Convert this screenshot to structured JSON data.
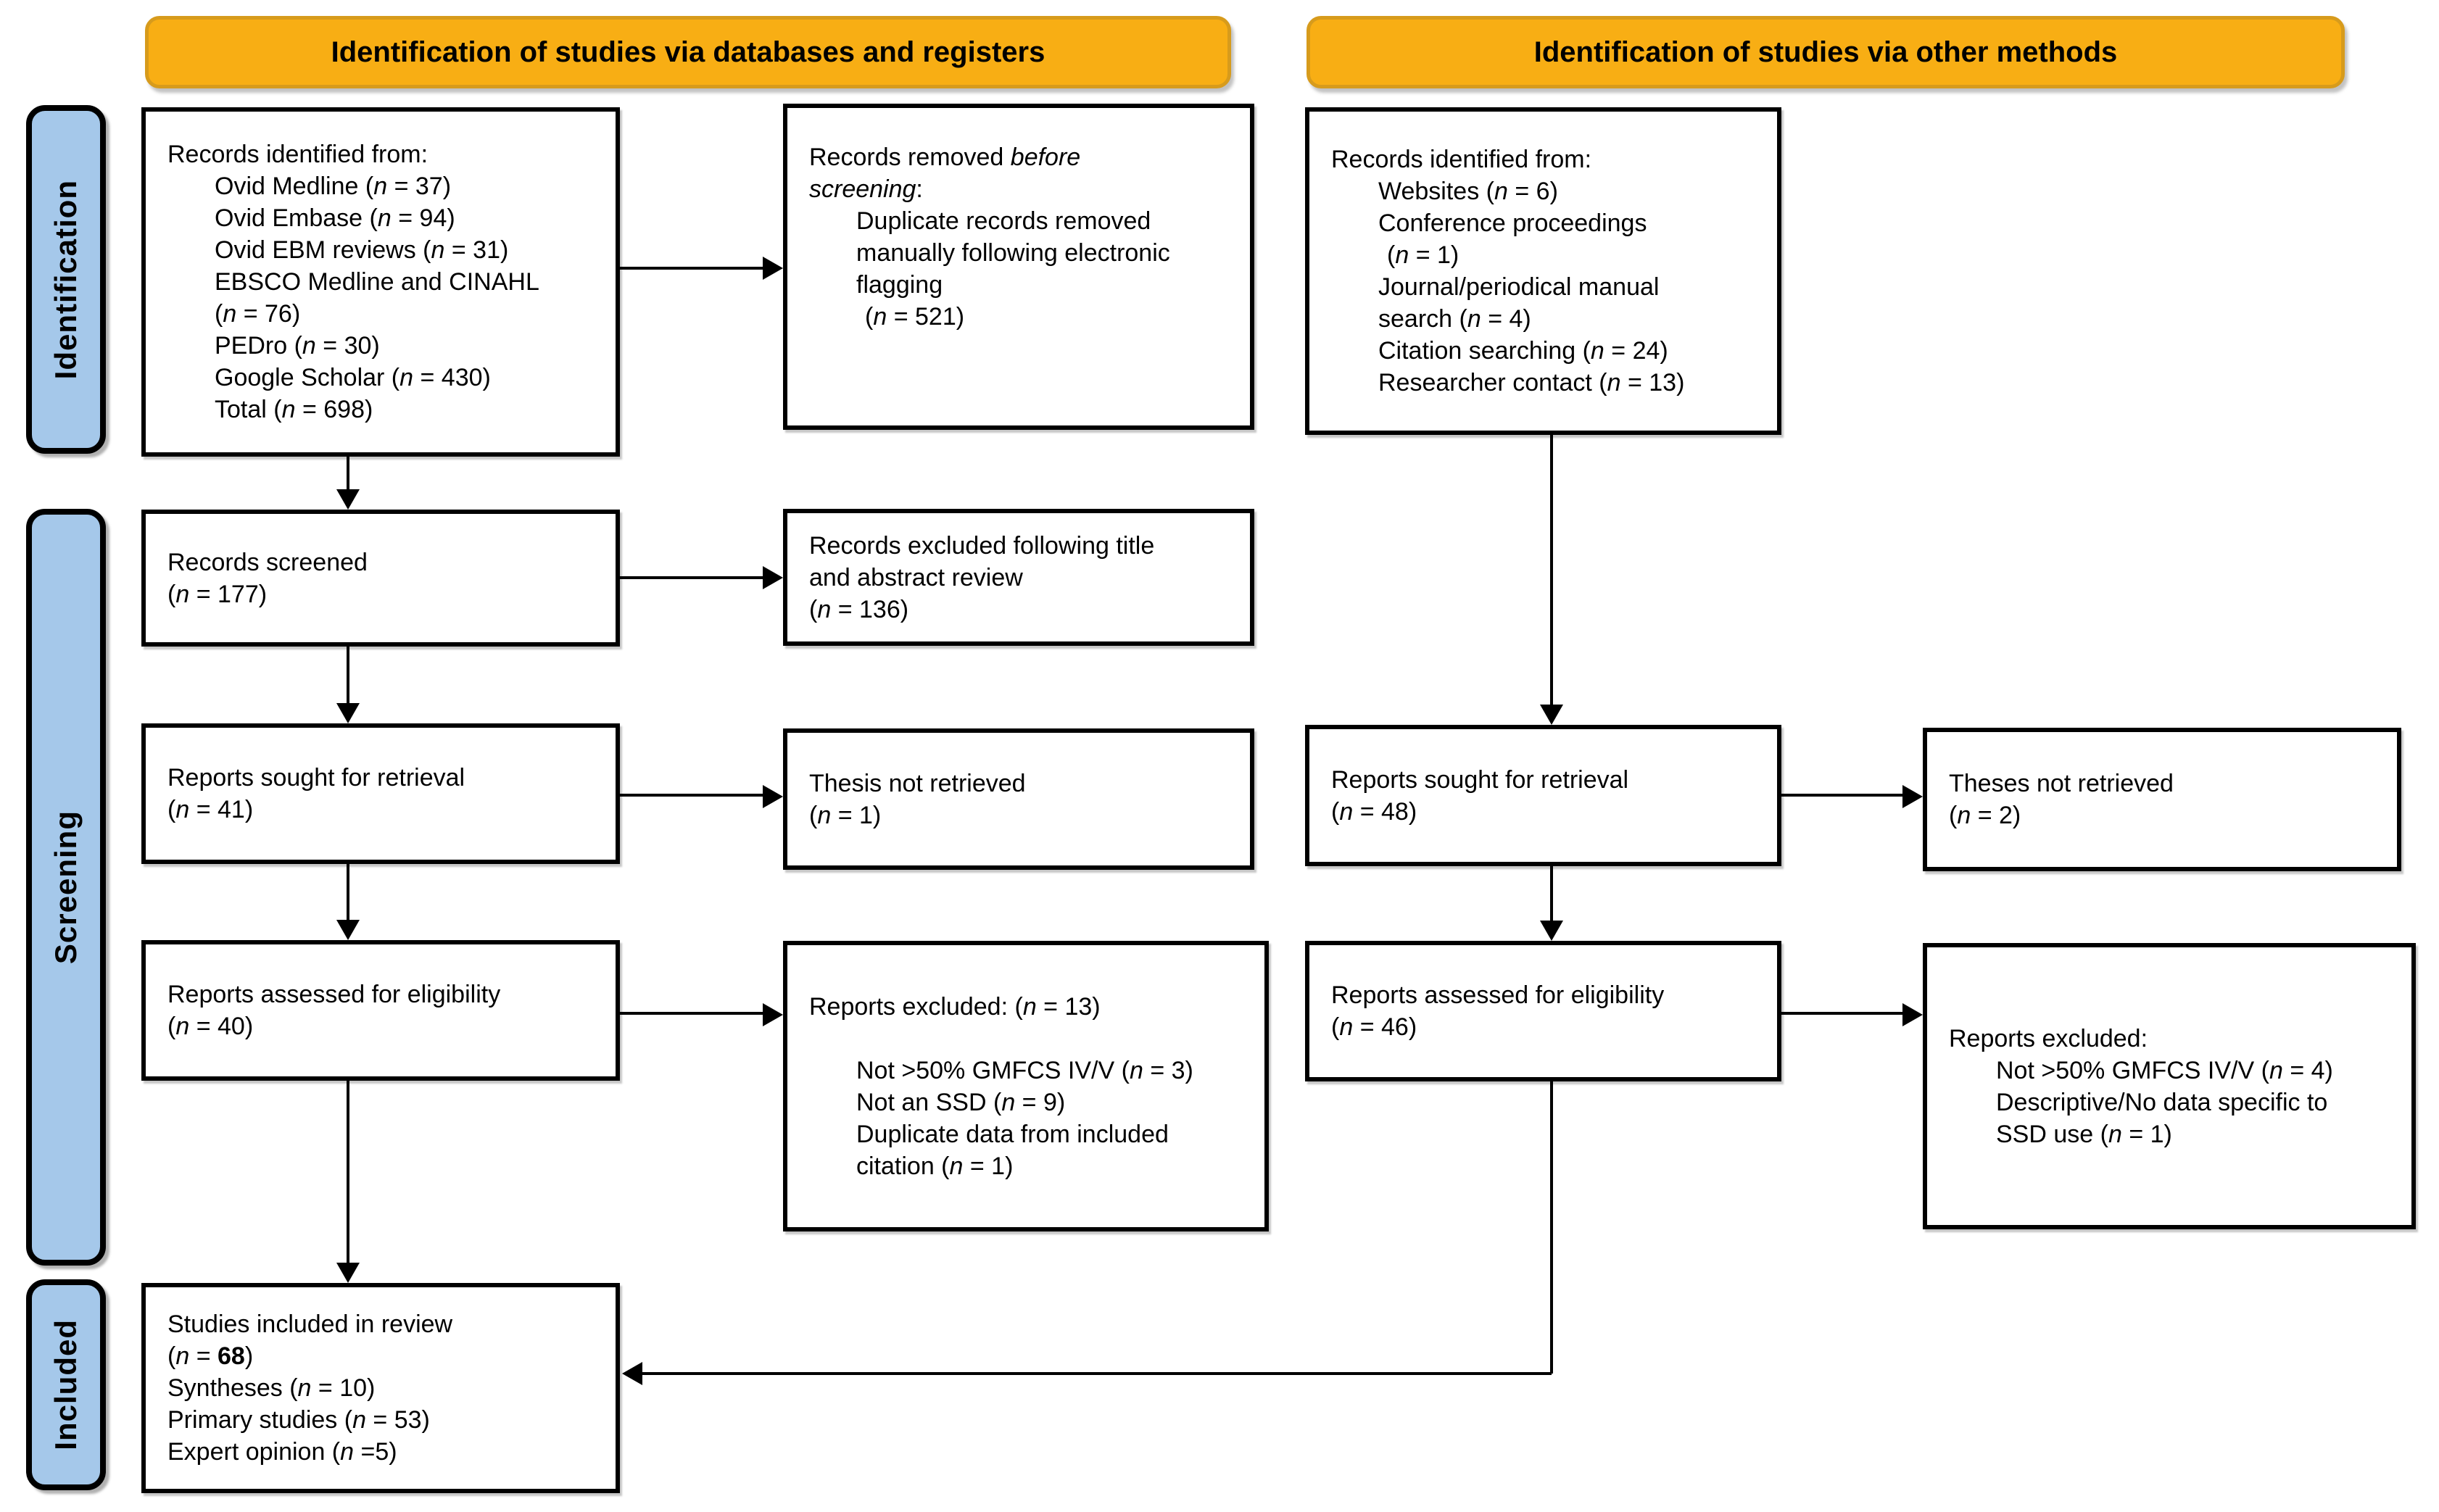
{
  "banners": {
    "databases": "Identification of studies via databases and registers",
    "other": "Identification of studies via other methods"
  },
  "sidebar": {
    "identification": "Identification",
    "screening": "Screening",
    "included": "Included"
  },
  "colors": {
    "banner_fill": "#F8AE14",
    "banner_border": "#D79B1C",
    "sidebar_fill": "#A5C8EA",
    "box_border": "#000000",
    "arrow": "#000000",
    "background": "#FFFFFF"
  },
  "boxes": {
    "db_identified": {
      "lines": [
        {
          "t": "Records identified from:",
          "i": 0
        },
        {
          "t": "Ovid Medline (<i>n</i> = 37)",
          "i": 1
        },
        {
          "t": "Ovid Embase (<i>n</i> = 94)",
          "i": 1
        },
        {
          "t": "Ovid EBM reviews (<i>n</i> = 31)",
          "i": 1
        },
        {
          "t": "EBSCO Medline and CINAHL",
          "i": 1
        },
        {
          "t": "(<i>n</i> = 76)",
          "i": 1
        },
        {
          "t": "PEDro (<i>n</i> = 30)",
          "i": 1
        },
        {
          "t": "Google Scholar (<i>n</i> = 430)",
          "i": 1
        },
        {
          "t": "Total (<i>n</i> = 698)",
          "i": 1
        }
      ]
    },
    "removed_before": {
      "lines": [
        {
          "t": "Records removed <i>before</i>",
          "i": 0
        },
        {
          "t": "<i>screening</i>:",
          "i": 0
        },
        {
          "t": "Duplicate records removed",
          "i": 1
        },
        {
          "t": "manually following electronic",
          "i": 1
        },
        {
          "t": "flagging",
          "i": 1
        },
        {
          "t": "(<i>n</i> = 521)",
          "i": 2
        }
      ]
    },
    "screened": {
      "lines": [
        {
          "t": "Records screened",
          "i": 0
        },
        {
          "t": "(<i>n</i> = 177)",
          "i": 0
        }
      ]
    },
    "excluded_title": {
      "lines": [
        {
          "t": "Records excluded following title",
          "i": 0
        },
        {
          "t": "and abstract review",
          "i": 0
        },
        {
          "t": "(<i>n</i> = 136)",
          "i": 0
        }
      ]
    },
    "sought": {
      "lines": [
        {
          "t": "Reports sought for retrieval",
          "i": 0
        },
        {
          "t": "(<i>n</i> = 41)",
          "i": 0
        }
      ]
    },
    "thesis_not_retrieved": {
      "lines": [
        {
          "t": "Thesis not retrieved",
          "i": 0
        },
        {
          "t": "(<i>n</i> = 1)",
          "i": 0
        }
      ]
    },
    "assessed": {
      "lines": [
        {
          "t": "Reports assessed for eligibility",
          "i": 0
        },
        {
          "t": "(<i>n</i> = 40)",
          "i": 0
        }
      ]
    },
    "excluded_13": {
      "lines": [
        {
          "t": "Reports excluded: (<i>n</i> = 13)",
          "i": 0
        },
        {
          "t": "",
          "i": 0
        },
        {
          "t": "Not &gt;50% GMFCS IV/V (<i>n</i> = 3)",
          "i": 1
        },
        {
          "t": "Not an SSD (<i>n</i> = 9)",
          "i": 1
        },
        {
          "t": "Duplicate data from included",
          "i": 1
        },
        {
          "t": "citation (<i>n</i> = 1)",
          "i": 1
        }
      ]
    },
    "other_identified": {
      "lines": [
        {
          "t": "Records identified from:",
          "i": 0
        },
        {
          "t": "Websites (<i>n</i> = 6)",
          "i": 1
        },
        {
          "t": "Conference proceedings",
          "i": 1
        },
        {
          "t": "(<i>n</i> = 1)",
          "i": 2
        },
        {
          "t": "Journal/periodical manual",
          "i": 1
        },
        {
          "t": "search (<i>n</i> = 4)",
          "i": 1
        },
        {
          "t": "Citation searching (<i>n</i> = 24)",
          "i": 1
        },
        {
          "t": "Researcher contact (<i>n</i> = 13)",
          "i": 1
        }
      ]
    },
    "sought_other": {
      "lines": [
        {
          "t": "Reports sought for retrieval",
          "i": 0
        },
        {
          "t": "(<i>n</i> = 48)",
          "i": 0
        }
      ]
    },
    "theses_not_retrieved": {
      "lines": [
        {
          "t": "Theses not retrieved",
          "i": 0
        },
        {
          "t": "(<i>n</i> = 2)",
          "i": 0
        }
      ]
    },
    "assessed_other": {
      "lines": [
        {
          "t": "Reports assessed for eligibility",
          "i": 0
        },
        {
          "t": "(<i>n</i> = 46)",
          "i": 0
        }
      ]
    },
    "excluded_other": {
      "lines": [
        {
          "t": "Reports excluded:",
          "i": 0
        },
        {
          "t": "Not &gt;50% GMFCS IV/V (<i>n</i> = 4)",
          "i": 1
        },
        {
          "t": "Descriptive/No data specific to",
          "i": 1
        },
        {
          "t": "SSD use (<i>n</i> = 1)",
          "i": 1
        }
      ]
    },
    "included": {
      "lines": [
        {
          "t": "Studies included in review",
          "i": 0
        },
        {
          "t": "(<i>n</i> = <b>68</b>)",
          "i": 0
        },
        {
          "t": "Syntheses (<i>n</i> = 10)",
          "i": 0
        },
        {
          "t": "Primary studies (<i>n</i> = 53)",
          "i": 0
        },
        {
          "t": "Expert opinion (<i>n</i> =5)",
          "i": 0
        }
      ]
    }
  }
}
